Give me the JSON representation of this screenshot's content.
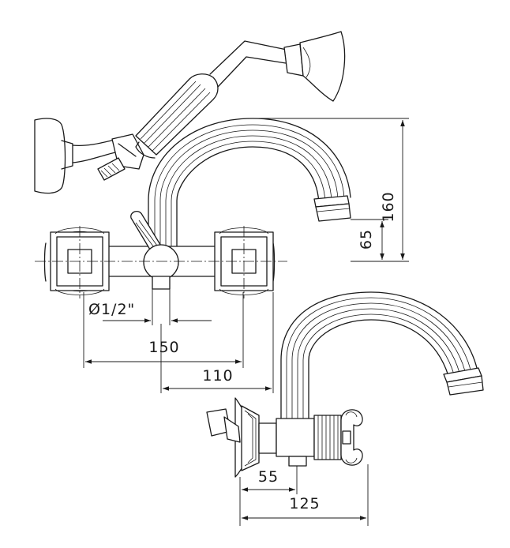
{
  "dimensions": {
    "height_total": "160",
    "height_outlet": "65",
    "inlet_size": "Ø1/2\"",
    "width_total": "150",
    "centers": "110",
    "side_depth_inner": "55",
    "side_depth_total": "125"
  },
  "colors": {
    "line": "#1a1a1a",
    "background": "#ffffff"
  }
}
